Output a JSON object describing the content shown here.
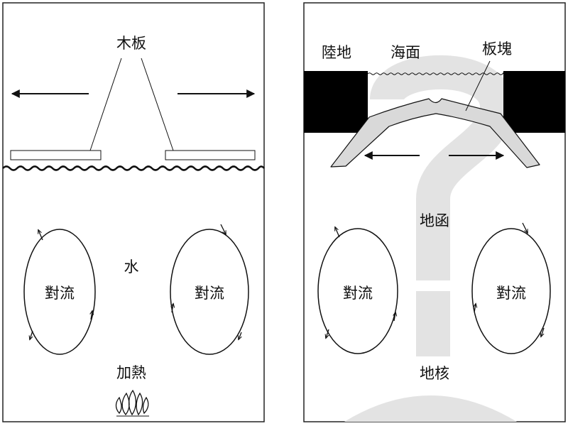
{
  "left_panel": {
    "plank_label": "木板",
    "water_label": "水",
    "convection_left_label": "對流",
    "convection_right_label": "對流",
    "heat_label": "加熱"
  },
  "right_panel": {
    "land_label": "陸地",
    "sea_surface_label": "海面",
    "plate_label": "板塊",
    "mantle_label": "地函",
    "convection_left_label": "對流",
    "convection_right_label": "對流",
    "core_label": "地核",
    "watermark_glyph": "?"
  },
  "colors": {
    "ink": "#111111",
    "background": "#ffffff",
    "land": "#000000",
    "plate_fill": "#d9d9d9",
    "question_mark": "#e3e3e3"
  }
}
